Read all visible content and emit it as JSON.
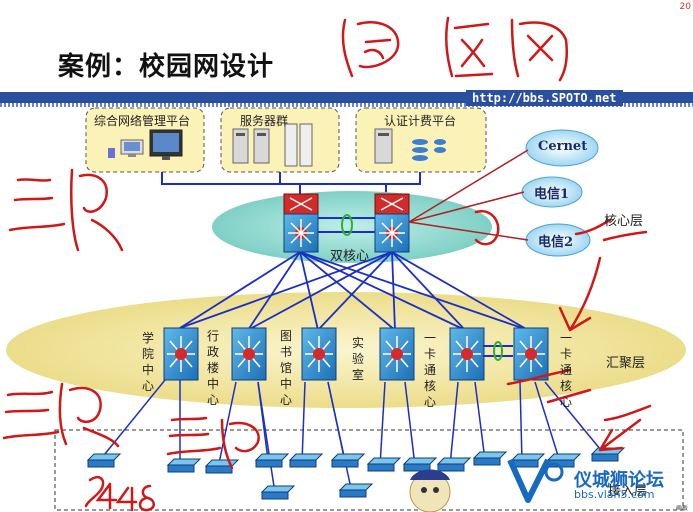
{
  "slide": {
    "title": "案例：校园网设计",
    "page_number": "20",
    "url": "http://bbs.SPOTO.net"
  },
  "top_groups": [
    {
      "label": "综合网络管理平台"
    },
    {
      "label": "服务器群"
    },
    {
      "label": "认证计费平台"
    }
  ],
  "core": {
    "label": "双核心"
  },
  "clouds": [
    {
      "label": "Cernet"
    },
    {
      "label": "电信1"
    },
    {
      "label": "电信2"
    }
  ],
  "layers": {
    "core_layer": "核心层",
    "aggregation_layer": "汇聚层",
    "access_layer": "接入层"
  },
  "aggregation_nodes": [
    {
      "label": "学院中心"
    },
    {
      "label": "行政楼中心"
    },
    {
      "label": "图书馆中心"
    },
    {
      "label": "实验室"
    },
    {
      "label": "一卡通核心"
    },
    {
      "label": "一卡通核心"
    }
  ],
  "handwriting": {
    "top": "园区网",
    "left_core": "三层",
    "left_agg": "三层",
    "bottom_1": "24",
    "bottom_2": "48",
    "bottom_3": "三层",
    "right_d": "D"
  },
  "watermark": {
    "name": "仪城狮论坛",
    "url": "bbs.vlan5.com",
    "tiny": "画板"
  },
  "colors": {
    "link": "#1b2fc8",
    "ink": "#d01818",
    "banner": "#2a4ea0",
    "core_ellipse": "#8fd7cf",
    "agg_ellipse": "#f3e9a6"
  }
}
